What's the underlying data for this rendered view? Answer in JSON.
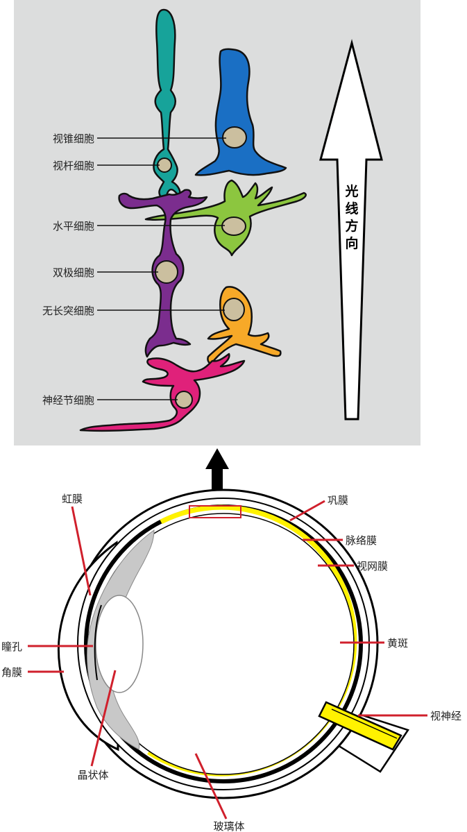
{
  "retina_panel": {
    "labels": {
      "cone": "视锥细胞",
      "rod": "视杆细胞",
      "horizontal": "水平细胞",
      "bipolar": "双极细胞",
      "amacrine": "无长突细胞",
      "ganglion": "神经节细胞"
    },
    "light_direction": [
      "光",
      "线",
      "方",
      "向"
    ],
    "colors": {
      "panel_bg": "#dcdddd",
      "rod": "#17a39a",
      "cone": "#1a6fc4",
      "horizontal": "#8cc63f",
      "bipolar": "#7b2d8e",
      "amacrine": "#f7a928",
      "ganglion": "#e0217a",
      "nucleus": "#cbbf9f"
    }
  },
  "eye": {
    "labels": {
      "iris": "虹膜",
      "sclera": "巩膜",
      "choroid": "脉络膜",
      "retina": "视网膜",
      "pupil": "瞳孔",
      "cornea": "角膜",
      "macula": "黄斑",
      "optic_nerve": "视神经",
      "lens": "晶状体",
      "vitreous": "玻璃体"
    },
    "colors": {
      "retina_layer": "#fff200",
      "leader": "#d0202c",
      "iris_lens": "#c8c8c8"
    }
  }
}
